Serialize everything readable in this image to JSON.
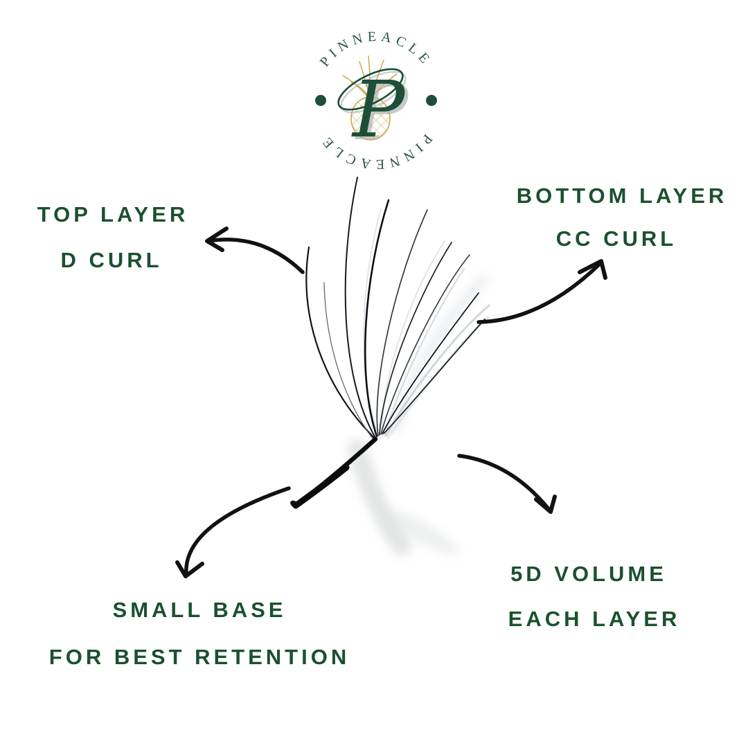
{
  "brand": {
    "name": "PINNEACLE",
    "ring_text_top": "PINNEACLE",
    "ring_text_bottom": "PINNEACLE",
    "monogram": "P"
  },
  "annotations": {
    "top_left": {
      "line1": "TOP LAYER",
      "line2": "D CURL"
    },
    "top_right": {
      "line1": "BOTTOM LAYER",
      "line2": "CC CURL"
    },
    "bottom_left": {
      "line1": "SMALL BASE",
      "line2": "FOR BEST RETENTION"
    },
    "bottom_right": {
      "line1": "5D VOLUME",
      "line2": "EACH LAYER"
    }
  },
  "colors": {
    "label_green": "#1a512e",
    "logo_green": "#1d4f38",
    "logo_gold": "#c9a244",
    "arrow_black": "#121212",
    "background": "#ffffff"
  }
}
